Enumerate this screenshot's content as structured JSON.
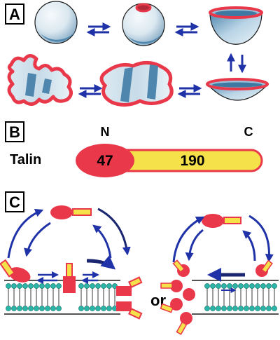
{
  "panels": {
    "a_label": "A",
    "b_label": "B",
    "c_label": "C"
  },
  "talin": {
    "name": "Talin",
    "n_terminus": "N",
    "c_terminus": "C",
    "head_value": "47",
    "rod_value": "190"
  },
  "panel_c": {
    "or_text": "or"
  },
  "colors": {
    "red": "#e8384a",
    "yellow": "#f5e14a",
    "blue_arrow": "#2032a8",
    "bilayer_head": "#2bb5a8",
    "sphere_light": "#e9f2f7",
    "sphere_dark": "#5d8db0"
  }
}
